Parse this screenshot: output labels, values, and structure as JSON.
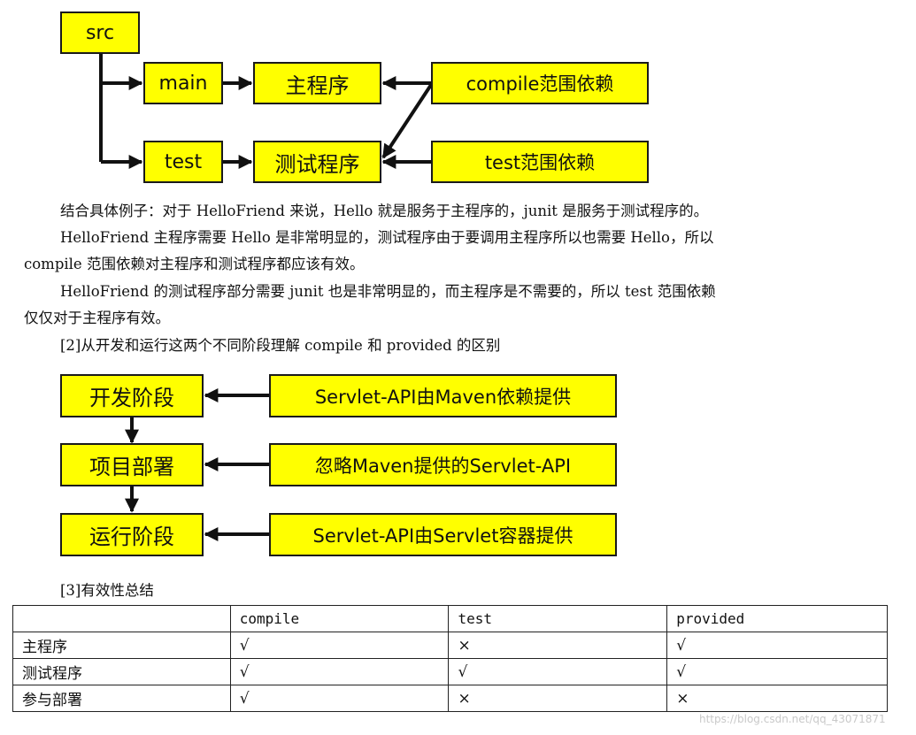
{
  "diagram1": {
    "src": "src",
    "main": "main",
    "test": "test",
    "main_program": "主程序",
    "test_program": "测试程序",
    "compile_dep": "compile范围依赖",
    "test_dep": "test范围依赖"
  },
  "paragraphs": {
    "p1": "结合具体例子：对于 HelloFriend 来说，Hello 就是服务于主程序的，junit 是服务于测试程序的。",
    "p2_line1": "HelloFriend 主程序需要 Hello 是非常明显的，测试程序由于要调用主程序所以也需要 Hello，所以",
    "p2_line2": "compile 范围依赖对主程序和测试程序都应该有效。",
    "p3_line1": "HelloFriend 的测试程序部分需要 junit 也是非常明显的，而主程序是不需要的，所以 test 范围依赖",
    "p3_line2": "仅仅对于主程序有效。",
    "section2": "[2]从开发和运行这两个不同阶段理解 compile 和 provided 的区别",
    "section3": "[3]有效性总结"
  },
  "diagram2": {
    "dev_stage": "开发阶段",
    "deploy": "项目部署",
    "run_stage": "运行阶段",
    "dev_note": "Servlet-API由Maven依赖提供",
    "deploy_note": "忽略Maven提供的Servlet-API",
    "run_note": "Servlet-API由Servlet容器提供"
  },
  "table": {
    "headers": [
      "",
      "compile",
      "test",
      "provided"
    ],
    "rows": [
      [
        "主程序",
        "√",
        "×",
        "√"
      ],
      [
        "测试程序",
        "√",
        "√",
        "√"
      ],
      [
        "参与部署",
        "√",
        "×",
        "×"
      ]
    ]
  },
  "watermark": "https://blog.csdn.net/qq_43071871"
}
